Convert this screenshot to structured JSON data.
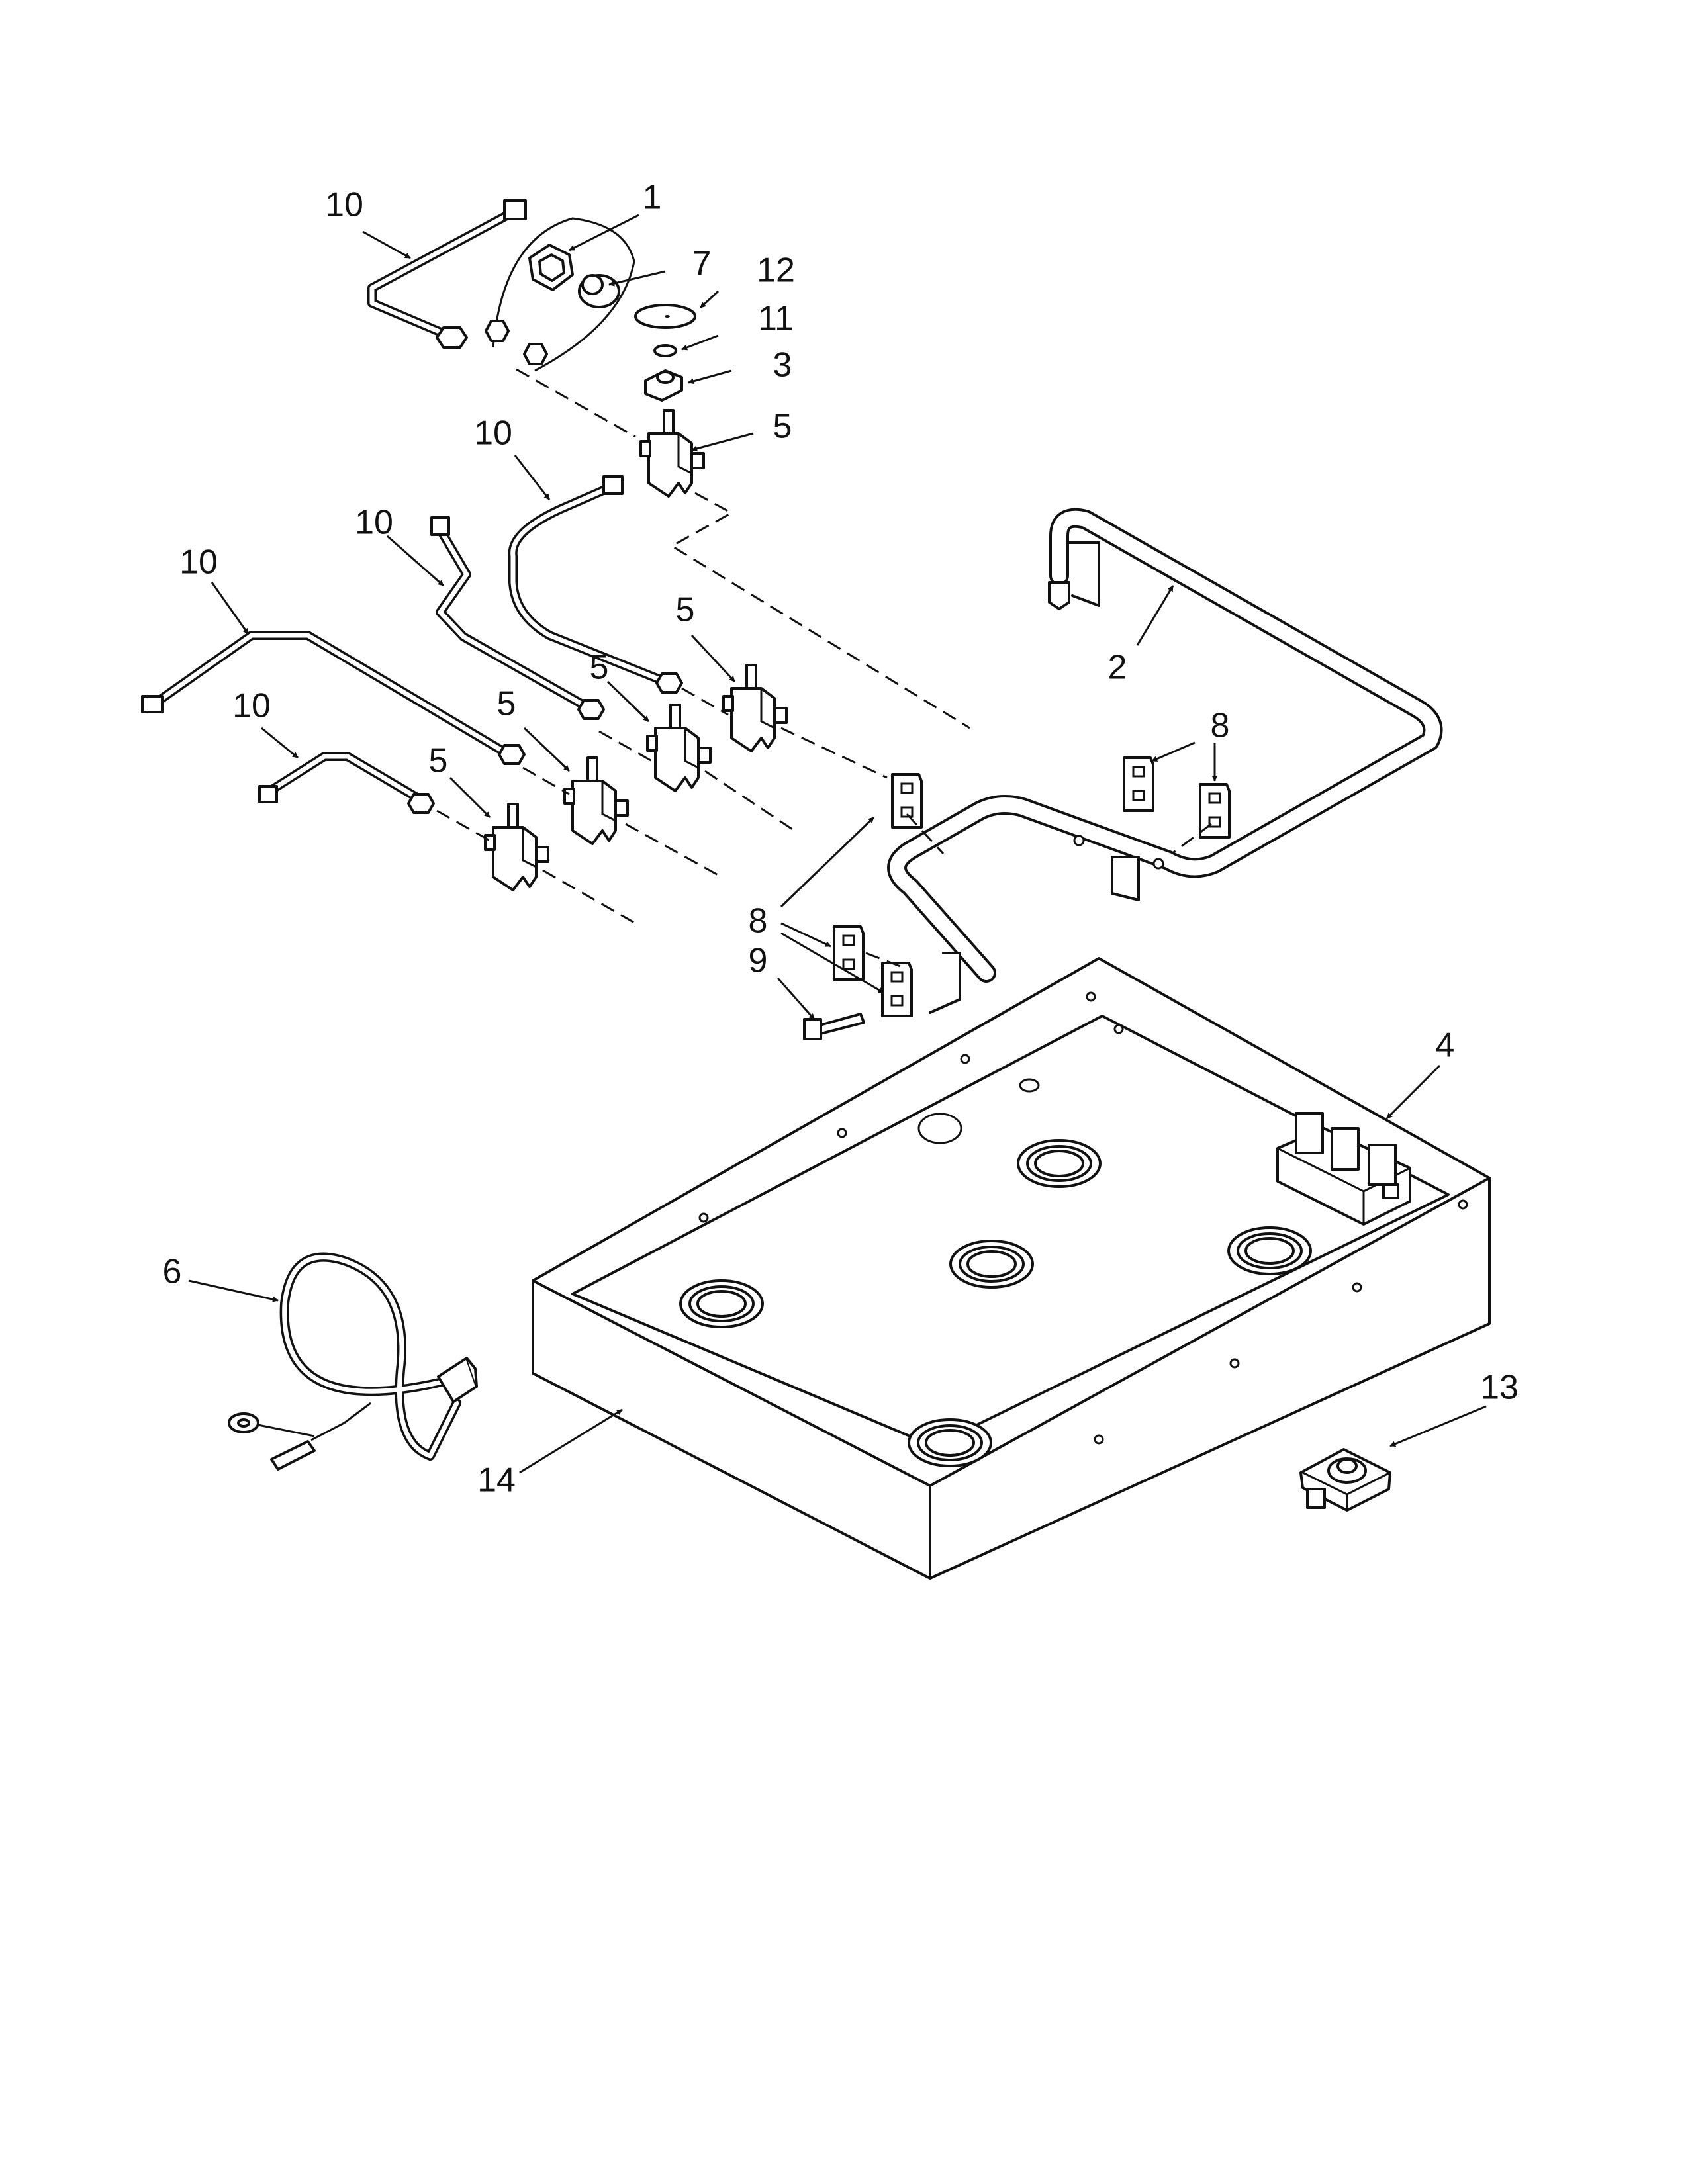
{
  "diagram": {
    "callouts": {
      "c1": "1",
      "c2": "2",
      "c3": "3",
      "c4": "4",
      "c5a": "5",
      "c5b": "5",
      "c5c": "5",
      "c5d": "5",
      "c5e": "5",
      "c6": "6",
      "c7": "7",
      "c8a": "8",
      "c8b": "8",
      "c9": "9",
      "c10a": "10",
      "c10b": "10",
      "c10c": "10",
      "c10d": "10",
      "c10e": "10",
      "c11": "11",
      "c12": "12",
      "c13": "13",
      "c14": "14"
    }
  }
}
